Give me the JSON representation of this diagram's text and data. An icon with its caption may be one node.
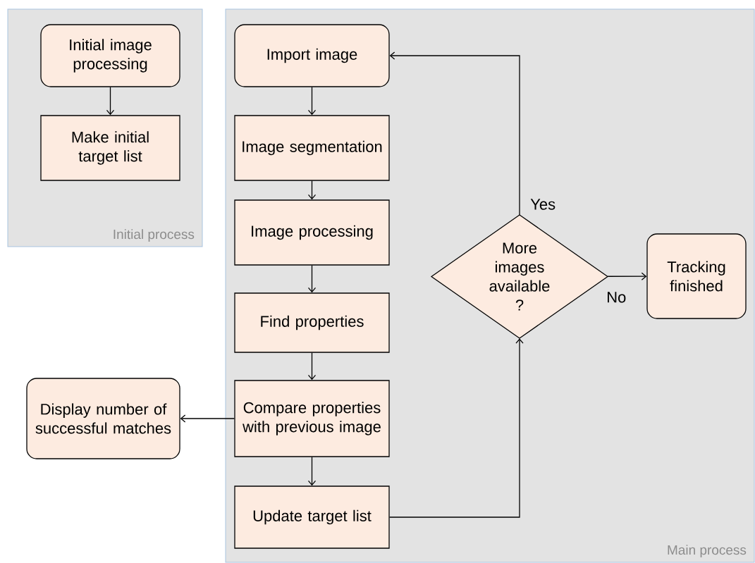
{
  "diagram": {
    "nodes": [
      {
        "text": [
          "Initial process"
        ]
      },
      {
        "text": [
          "Initial image processing"
        ],
        "in": 0
      },
      {
        "text": [
          "Make initial target list"
        ],
        "in": 0
      },
      {
        "text": [
          "Main process"
        ]
      },
      {
        "text": [
          "Import image"
        ],
        "in": 3
      },
      {
        "text": [
          "Image segmentation"
        ],
        "in": 3
      },
      {
        "text": [
          "Image processing"
        ],
        "in": 3
      },
      {
        "text": [
          "Find properties"
        ],
        "in": 3
      },
      {
        "text": [
          "Compare properties with previous image"
        ],
        "in": 3
      },
      {
        "text": [
          "Update target list"
        ],
        "in": 3
      },
      {
        "text": [
          "More images available ?"
        ],
        "in": 3
      },
      {
        "text": [
          "Tracking finished"
        ],
        "in": 3
      },
      {
        "text": [
          "Display number of successful matches"
        ]
      }
    ],
    "edges": [
      {
        "from": 1,
        "to": 2,
        "arrow": "to"
      },
      {
        "from": 4,
        "to": 5,
        "arrow": "to"
      },
      {
        "from": 5,
        "to": 6,
        "arrow": "to"
      },
      {
        "from": 6,
        "to": 7,
        "arrow": "to"
      },
      {
        "from": 7,
        "to": 8,
        "arrow": "to"
      },
      {
        "from": 8,
        "to": 9,
        "arrow": "to"
      },
      {
        "from": 8,
        "to": 12,
        "arrow": "to"
      },
      {
        "from": 9,
        "to": 10,
        "arrow": "to"
      },
      {
        "from": 10,
        "to": 4,
        "label": "Yes",
        "arrow": "to"
      },
      {
        "from": 10,
        "to": 11,
        "label": "No",
        "arrow": "to"
      }
    ]
  }
}
